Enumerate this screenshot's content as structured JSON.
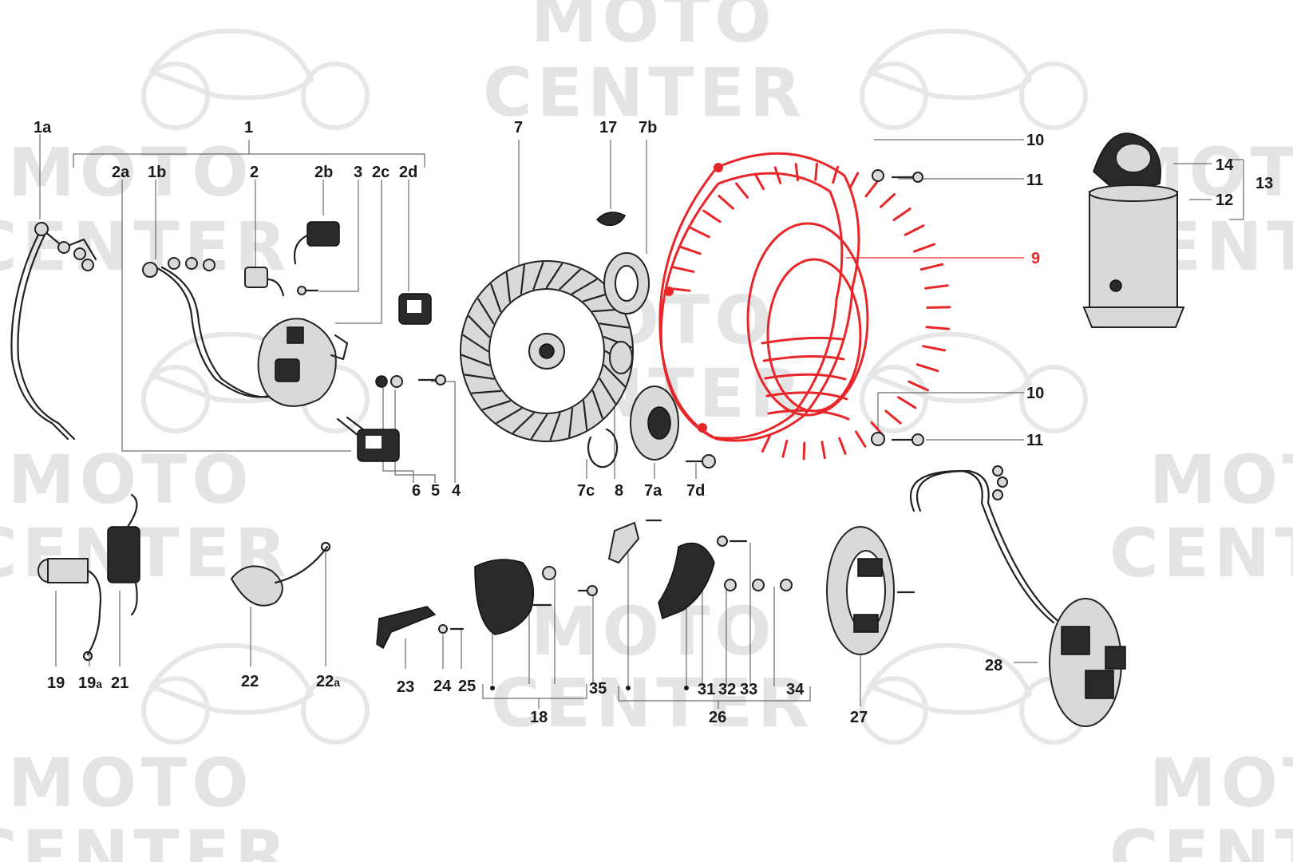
{
  "watermark": {
    "line1": "MOTO",
    "line2": "CENTER"
  },
  "highlight_color": "#e8262a",
  "labels": {
    "p1a": "1a",
    "p1": "1",
    "p2a": "2a",
    "p1b": "1b",
    "p2": "2",
    "p2b": "2b",
    "p3": "3",
    "p2c": "2c",
    "p2d": "2d",
    "p7": "7",
    "p17": "17",
    "p7b": "7b",
    "p10_top": "10",
    "p11_top": "11",
    "p9": "9",
    "p10_bot": "10",
    "p11_bot": "11",
    "p14": "14",
    "p13": "13",
    "p12": "12",
    "p6": "6",
    "p5": "5",
    "p4": "4",
    "p7c": "7c",
    "p8": "8",
    "p7a": "7a",
    "p7d": "7d",
    "p19": "19",
    "p19a": "19",
    "p19a_suffix": "a",
    "p21": "21",
    "p22": "22",
    "p22a": "22",
    "p22a_suffix": "a",
    "p23": "23",
    "p24": "24",
    "p25": "25",
    "p35": "35",
    "p18": "18",
    "p31": "31",
    "p32": "32",
    "p33": "33",
    "p34": "34",
    "p26": "26",
    "p27": "27",
    "p28": "28"
  }
}
